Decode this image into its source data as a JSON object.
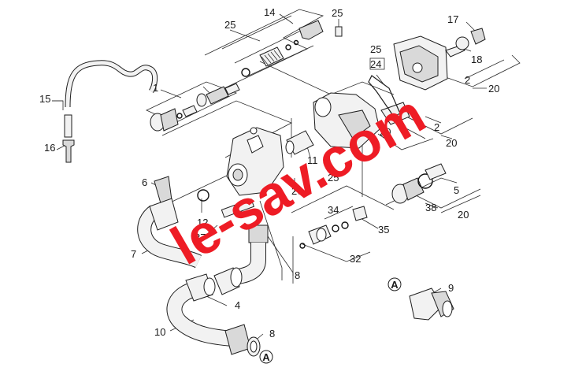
{
  "watermark": {
    "text": "le-sav.com",
    "color": "#ee1c25"
  },
  "badges": [
    {
      "letter": "A"
    },
    {
      "letter": "A"
    }
  ],
  "labels": {
    "l14": "14",
    "l25a": "25",
    "l25b": "25",
    "l17": "17",
    "l18": "18",
    "l2a": "2",
    "l20a": "20",
    "l25c": "25",
    "l24": "24",
    "l1": "1",
    "l15": "15",
    "l16": "16",
    "l20b": "20",
    "l2b": "2",
    "l20c": "20",
    "l11": "11",
    "l25d": "25",
    "l26": "26",
    "l6": "6",
    "l12": "12",
    "l27": "27",
    "l5": "5",
    "l38": "38",
    "l20d": "20",
    "l34": "34",
    "l35": "35",
    "l32": "32",
    "l7": "7",
    "l8a": "8",
    "l9": "9",
    "l4": "4",
    "l10": "10",
    "l8b": "8"
  }
}
